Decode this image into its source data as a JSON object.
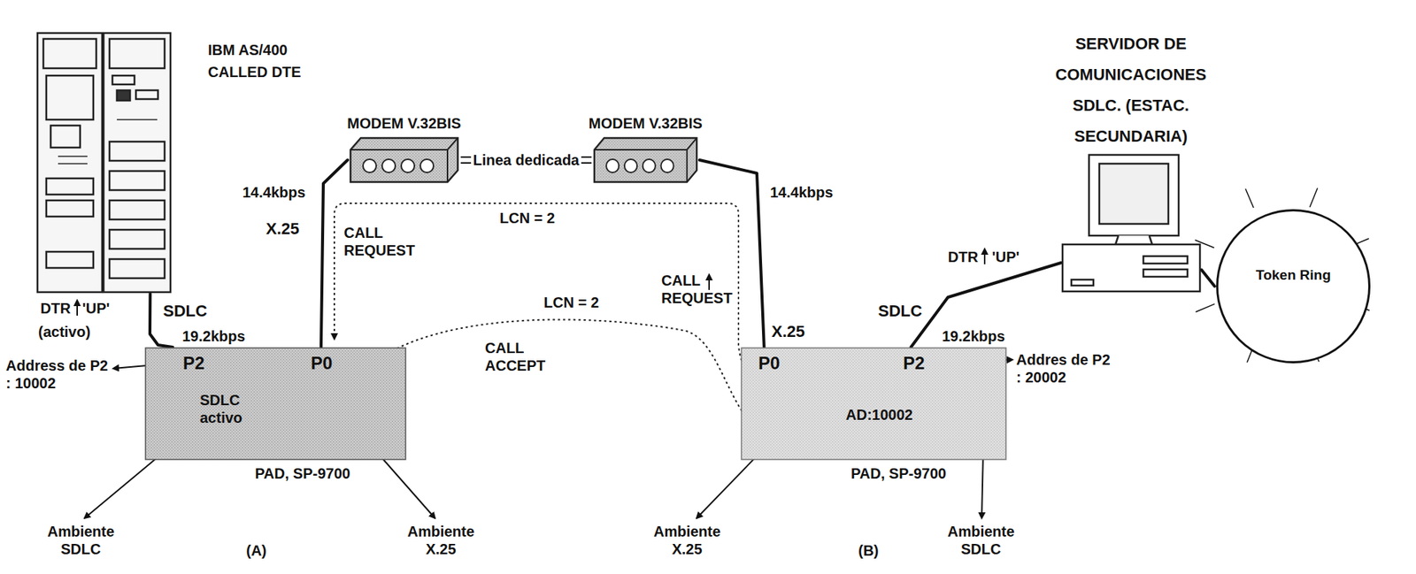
{
  "diagram": {
    "nodes": [
      {
        "text": [
          "IBM AS/400 CALLED DTE"
        ]
      },
      {
        "text": [
          "MODEM V.32BIS"
        ]
      },
      {
        "text": [
          "MODEM V.32BIS"
        ]
      },
      {
        "text": [
          "SERVIDOR DE COMUNICACIONES SDLC. (ESTAC. SECUNDARIA)"
        ]
      },
      {
        "text": [
          "Token Ring"
        ]
      },
      {
        "text": [
          "P2",
          "P0",
          "SDLC activo",
          "PAD, SP-9700"
        ]
      },
      {
        "text": [
          "P0",
          "P2",
          "AD:10002",
          "PAD, SP-9700"
        ]
      }
    ],
    "edges": [
      {
        "from": 0,
        "to": 5,
        "label": "SDLC",
        "arrow": "none"
      },
      {
        "from": 5,
        "to": 1,
        "label": "X.25",
        "arrow": "none"
      },
      {
        "from": 1,
        "to": 2,
        "label": "Linea dedicada",
        "arrow": "none"
      },
      {
        "from": 2,
        "to": 6,
        "label": "X.25",
        "arrow": "none"
      },
      {
        "from": 6,
        "to": 3,
        "label": "SDLC",
        "arrow": "none"
      },
      {
        "from": 3,
        "to": 4,
        "arrow": "none"
      }
    ],
    "labels": [
      "DTR",
      "'UP'",
      "(activo)",
      "19.2kbps",
      "Address de P2 : 10002",
      "(A)",
      "Ambiente SDLC",
      "Ambiente X.25",
      "14.4kbps",
      "CALL REQUEST",
      "LCN = 2",
      "14.4kbps",
      "CALL REQUEST",
      "LCN = 2",
      "CALL ACCEPT",
      "DTR",
      "'UP'",
      "19.2kbps",
      "Addres de P2 : 20002",
      "(B)",
      "Ambiente X.25",
      "Ambiente SDLC"
    ]
  }
}
